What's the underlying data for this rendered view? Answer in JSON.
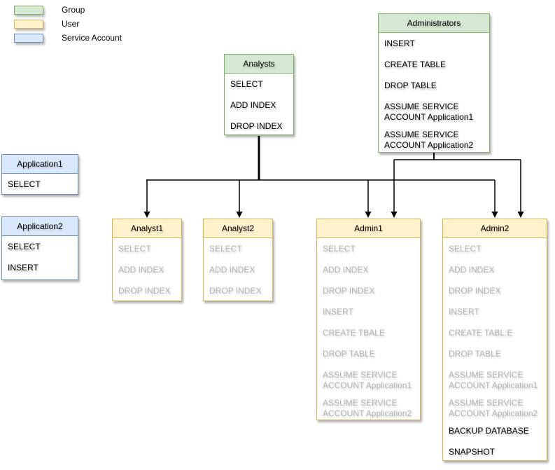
{
  "palette": {
    "group-fill": "#d5e8d4",
    "group-stroke": "#82b366",
    "user-fill": "#fff2cc",
    "user-stroke": "#d6b656",
    "service-fill": "#dae8fc",
    "service-stroke": "#6c8ebf",
    "muted-text": "#b3b3b3",
    "edge": "#000000",
    "text": "#000000",
    "background": "#ffffff"
  },
  "legend": {
    "items": [
      {
        "label": "Group",
        "type": "group"
      },
      {
        "label": "User",
        "type": "user"
      },
      {
        "label": "Service Account",
        "type": "service-account"
      }
    ]
  },
  "nodes": {
    "analysts": {
      "title": "Analysts",
      "kind": "group",
      "items": [
        {
          "text": "SELECT",
          "muted": false
        },
        {
          "text": "ADD INDEX",
          "muted": false
        },
        {
          "text": "DROP INDEX",
          "muted": false
        }
      ]
    },
    "administrators": {
      "title": "Administrators",
      "kind": "group",
      "items": [
        {
          "text": "INSERT",
          "muted": false
        },
        {
          "text": "CREATE TABLE",
          "muted": false
        },
        {
          "text": "DROP TABLE",
          "muted": false
        },
        {
          "text": "ASSUME SERVICE\nACCOUNT Application1",
          "muted": false
        },
        {
          "text": "ASSUME SERVICE\nACCOUNT Application2",
          "muted": false
        }
      ]
    },
    "application1": {
      "title": "Application1",
      "kind": "service-account",
      "items": [
        {
          "text": "SELECT",
          "muted": false
        }
      ]
    },
    "application2": {
      "title": "Application2",
      "kind": "service-account",
      "items": [
        {
          "text": "SELECT",
          "muted": false
        },
        {
          "text": "INSERT",
          "muted": false
        }
      ]
    },
    "analyst1": {
      "title": "Analyst1",
      "kind": "user",
      "items": [
        {
          "text": "SELECT",
          "muted": true
        },
        {
          "text": "ADD INDEX",
          "muted": true
        },
        {
          "text": "DROP INDEX",
          "muted": true
        }
      ]
    },
    "analyst2": {
      "title": "Analyst2",
      "kind": "user",
      "items": [
        {
          "text": "SELECT",
          "muted": true
        },
        {
          "text": "ADD INDEX",
          "muted": true
        },
        {
          "text": "DROP INDEX",
          "muted": true
        }
      ]
    },
    "admin1": {
      "title": "Admin1",
      "kind": "user",
      "items": [
        {
          "text": "SELECT",
          "muted": true
        },
        {
          "text": "ADD INDEX",
          "muted": true
        },
        {
          "text": "DROP INDEX",
          "muted": true
        },
        {
          "text": "INSERT",
          "muted": true
        },
        {
          "text": "CREATE TBALE",
          "muted": true
        },
        {
          "text": "DROP TABLE",
          "muted": true
        },
        {
          "text": "ASSUME SERVICE\nACCOUNT Application1",
          "muted": true
        },
        {
          "text": "ASSUME SERVICE\nACCOUNT Application2",
          "muted": true
        }
      ]
    },
    "admin2": {
      "title": "Admin2",
      "kind": "user",
      "items": [
        {
          "text": "SELECT",
          "muted": true
        },
        {
          "text": "ADD INDEX",
          "muted": true
        },
        {
          "text": "DROP INDEX",
          "muted": true
        },
        {
          "text": "INSERT",
          "muted": true
        },
        {
          "text": "CREATE TABL:E",
          "muted": true
        },
        {
          "text": "DROP TABLE",
          "muted": true
        },
        {
          "text": "ASSUME SERVICE\nACCOUNT Application1",
          "muted": true
        },
        {
          "text": "ASSUME SERVICE\nACCOUNT Application2",
          "muted": true
        },
        {
          "text": "BACKUP DATABASE",
          "muted": false
        },
        {
          "text": "SNAPSHOT",
          "muted": false
        }
      ]
    }
  },
  "edges": [
    {
      "from": "Analysts",
      "to": [
        "Analyst1",
        "Analyst2",
        "Admin1",
        "Admin2"
      ]
    },
    {
      "from": "Administrators",
      "to": [
        "Admin1",
        "Admin2"
      ]
    }
  ]
}
